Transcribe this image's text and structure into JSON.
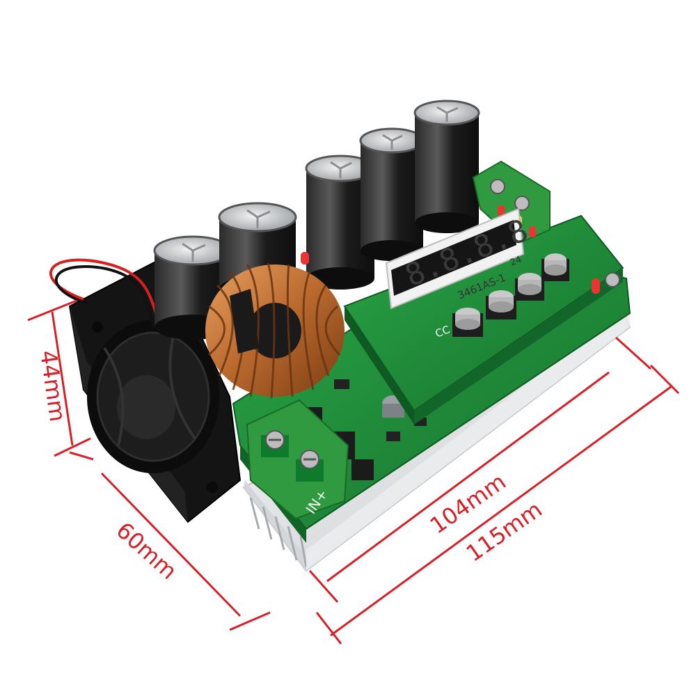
{
  "dimensions": {
    "width_label": "60mm",
    "height_label": "44mm",
    "inner_length_label": "104mm",
    "outer_length_label": "115mm"
  },
  "board": {
    "display_part_label": "3461AS-1",
    "display_side_mark": "24",
    "display_digits": "8.8.8.8",
    "input_silk_label": "IN+",
    "cc_silk_label": "CC"
  },
  "colors": {
    "dimension_line": "#d61f26",
    "pcb_green": "#1f8f3a",
    "heatsink": "#e4e6e8",
    "terminal_green": "#2f9a3f"
  }
}
